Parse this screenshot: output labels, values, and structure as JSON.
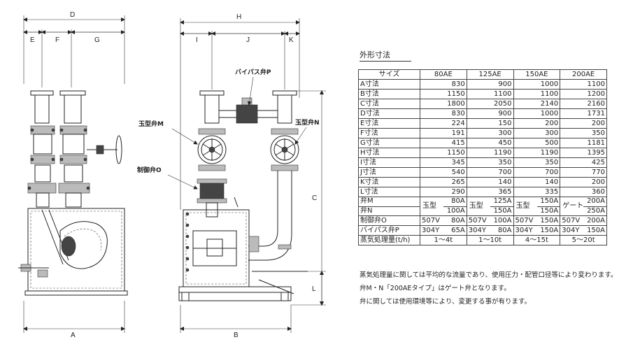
{
  "drawing": {
    "dimensions": {
      "A": "A",
      "B": "B",
      "C": "C",
      "D": "D",
      "E": "E",
      "F": "F",
      "G": "G",
      "H": "H",
      "I": "I",
      "J": "J",
      "K": "K",
      "L": "L"
    },
    "callouts": {
      "bypass_valve": "バイパス弁P",
      "globe_valve_m": "玉型弁M",
      "globe_valve_n": "玉型弁N",
      "control_valve": "制御弁O"
    }
  },
  "spec": {
    "title": "外形寸法",
    "header": [
      "サイズ",
      "80AE",
      "125AE",
      "150AE",
      "200AE"
    ],
    "dim_rows": [
      {
        "label": "A寸法",
        "values": [
          "830",
          "900",
          "1000",
          "1100"
        ]
      },
      {
        "label": "B寸法",
        "values": [
          "1150",
          "1100",
          "1100",
          "1200"
        ]
      },
      {
        "label": "C寸法",
        "values": [
          "1800",
          "2050",
          "2140",
          "2160"
        ]
      },
      {
        "label": "D寸法",
        "values": [
          "830",
          "900",
          "1000",
          "1731"
        ]
      },
      {
        "label": "E寸法",
        "values": [
          "224",
          "150",
          "200",
          "200"
        ]
      },
      {
        "label": "F寸法",
        "values": [
          "191",
          "300",
          "300",
          "350"
        ]
      },
      {
        "label": "G寸法",
        "values": [
          "415",
          "450",
          "500",
          "1181"
        ]
      },
      {
        "label": "H寸法",
        "values": [
          "1150",
          "1190",
          "1190",
          "1395"
        ]
      },
      {
        "label": "I寸法",
        "values": [
          "345",
          "350",
          "350",
          "425"
        ]
      },
      {
        "label": "J寸法",
        "values": [
          "540",
          "700",
          "700",
          "770"
        ]
      },
      {
        "label": "K寸法",
        "values": [
          "265",
          "140",
          "140",
          "200"
        ]
      },
      {
        "label": "L寸法",
        "values": [
          "290",
          "365",
          "335",
          "360"
        ]
      }
    ],
    "valve_mn": {
      "labels": [
        "弁M",
        "弁N"
      ],
      "cols": [
        {
          "type": "玉型",
          "m": "80A",
          "n": "100A"
        },
        {
          "type": "玉型",
          "m": "125A",
          "n": "150A"
        },
        {
          "type": "玉型",
          "m": "150A",
          "n": "150A"
        },
        {
          "type": "ゲート",
          "m": "200A",
          "n": "250A"
        }
      ]
    },
    "control_row": {
      "label": "制御弁O",
      "cols": [
        [
          "507V",
          "80A"
        ],
        [
          "507V",
          "100A"
        ],
        [
          "507V",
          "150A"
        ],
        [
          "507V",
          "200A"
        ]
      ]
    },
    "bypass_row": {
      "label": "バイパス弁P",
      "cols": [
        [
          "304Y",
          "65A"
        ],
        [
          "304Y",
          "80A"
        ],
        [
          "304Y",
          "150A"
        ],
        [
          "304Y",
          "150A"
        ]
      ]
    },
    "capacity_row": {
      "label": "蒸気処理量(t/h)",
      "values": [
        "1～4t",
        "1～10t",
        "4～15t",
        "5～20t"
      ]
    }
  },
  "notes": [
    "蒸気処理量に関しては平均的な流量であり、使用圧力・配管口径等により変わります。",
    "弁M・N「200AEタイプ」はゲート弁となります。",
    "弁に関しては使用環境等により、変更する事が有ります。"
  ]
}
